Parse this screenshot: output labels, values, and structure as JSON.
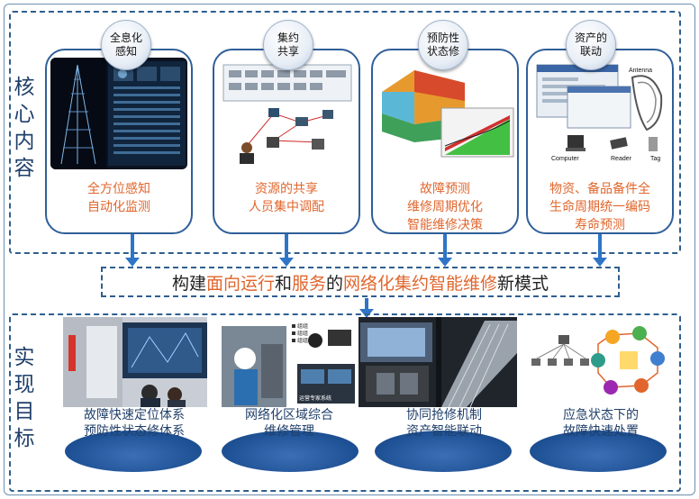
{
  "side_labels": {
    "core": "核心内容",
    "goals": "实现目标"
  },
  "panels": [
    {
      "badge": [
        "全息化",
        "感知"
      ],
      "lines": [
        "全方位感知",
        "自动化监测"
      ]
    },
    {
      "badge": [
        "集约",
        "共享"
      ],
      "lines": [
        "资源的共享",
        "人员集中调配"
      ]
    },
    {
      "badge": [
        "预防性",
        "状态修"
      ],
      "lines": [
        "故障预测",
        "维修周期优化",
        "智能维修决策"
      ]
    },
    {
      "badge": [
        "资产的",
        "联动"
      ],
      "lines": [
        "物资、备品备件全",
        "生命周期统一编码",
        "寿命预测"
      ]
    }
  ],
  "banner": {
    "p1": "构建",
    "h1": "面向运行",
    "p2": "和",
    "h2": "服务",
    "p3": "的",
    "h3": "网络化集约智能维修",
    "p4": "新模式"
  },
  "goals": [
    {
      "lines": [
        "故障快速定位体系",
        "预防性状态修体系"
      ]
    },
    {
      "lines": [
        "网络化区域综合",
        "维修管理"
      ]
    },
    {
      "lines": [
        "协同抢修机制",
        "资产智能联动"
      ]
    },
    {
      "lines": [
        "应急状态下的",
        "故障快速处置"
      ]
    }
  ],
  "image_labels": {
    "network_node_1": "组组",
    "network_node_2": "组组",
    "network_node_3": "组组",
    "expert_system": "运营专家系统",
    "computer": "Computer",
    "reader": "Reader",
    "tag": "Tag",
    "antenna": "Antenna"
  },
  "colors": {
    "accent_orange": "#e0662d",
    "frame_blue": "#2f5f99",
    "arrow_blue": "#2e75c7",
    "pedestal_blue": "#1d4f93"
  }
}
